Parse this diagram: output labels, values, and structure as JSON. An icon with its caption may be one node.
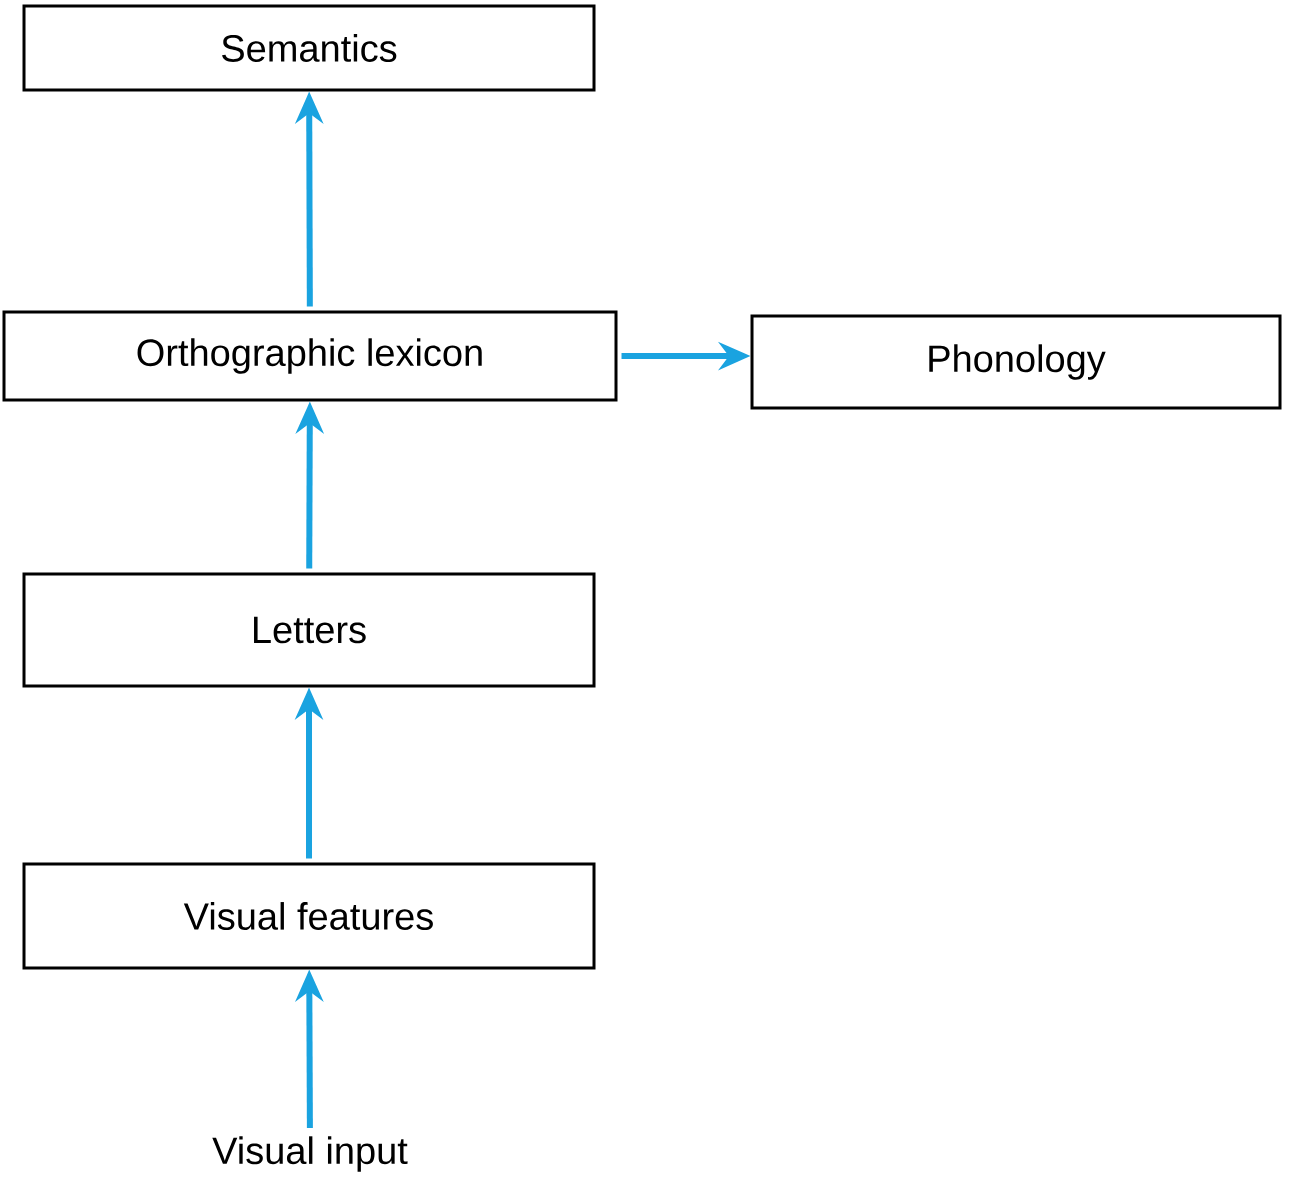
{
  "diagram": {
    "nodes": [
      {
        "text": [
          "Semantics"
        ]
      },
      {
        "text": [
          "Orthographic lexicon"
        ]
      },
      {
        "text": [
          "Phonology"
        ]
      },
      {
        "text": [
          "Letters"
        ]
      },
      {
        "text": [
          "Visual features"
        ]
      },
      {
        "text": [
          "Visual input"
        ]
      }
    ],
    "edges": [
      {
        "from": 5,
        "to": 4,
        "arrow": "to"
      },
      {
        "from": 4,
        "to": 3,
        "arrow": "to"
      },
      {
        "from": 3,
        "to": 1,
        "arrow": "to"
      },
      {
        "from": 1,
        "to": 0,
        "arrow": "to"
      },
      {
        "from": 1,
        "to": 2,
        "arrow": "to"
      }
    ]
  }
}
